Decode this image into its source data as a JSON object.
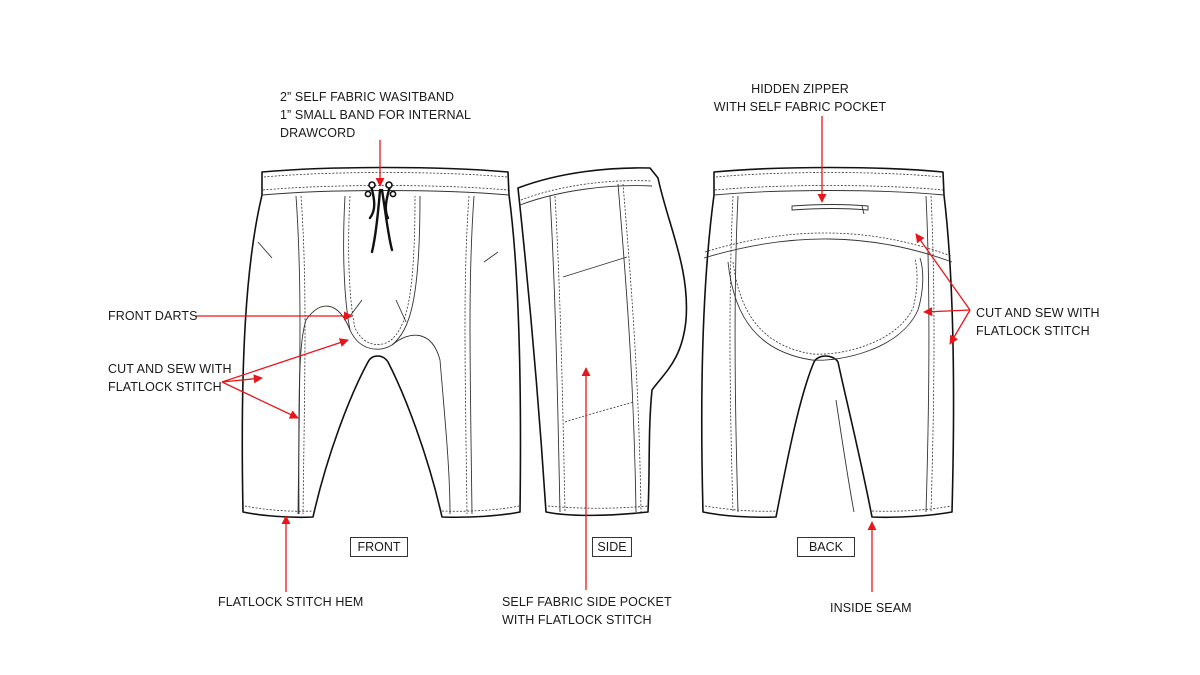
{
  "labels": {
    "waistband_line1": "2” SELF FABRIC WASITBAND",
    "waistband_line2": "1” SMALL BAND FOR INTERNAL",
    "waistband_line3": "DRAWCORD",
    "hidden_zipper_line1": "HIDDEN ZIPPER",
    "hidden_zipper_line2": "WITH SELF FABRIC POCKET",
    "front_darts": "FRONT DARTS",
    "cut_sew_left_line1": "CUT AND SEW WITH",
    "cut_sew_left_line2": "FLATLOCK STITCH",
    "cut_sew_right_line1": "CUT AND SEW WITH",
    "cut_sew_right_line2": "FLATLOCK STITCH",
    "flatlock_hem": "FLATLOCK STITCH HEM",
    "side_pocket_line1": "SELF FABRIC SIDE POCKET",
    "side_pocket_line2": "WITH FLATLOCK STITCH",
    "inside_seam": "INSIDE SEAM"
  },
  "views": {
    "front": "FRONT",
    "side": "SIDE",
    "back": "BACK"
  },
  "colors": {
    "annotation": "#e8161a",
    "outline": "#111111",
    "background": "#ffffff"
  }
}
